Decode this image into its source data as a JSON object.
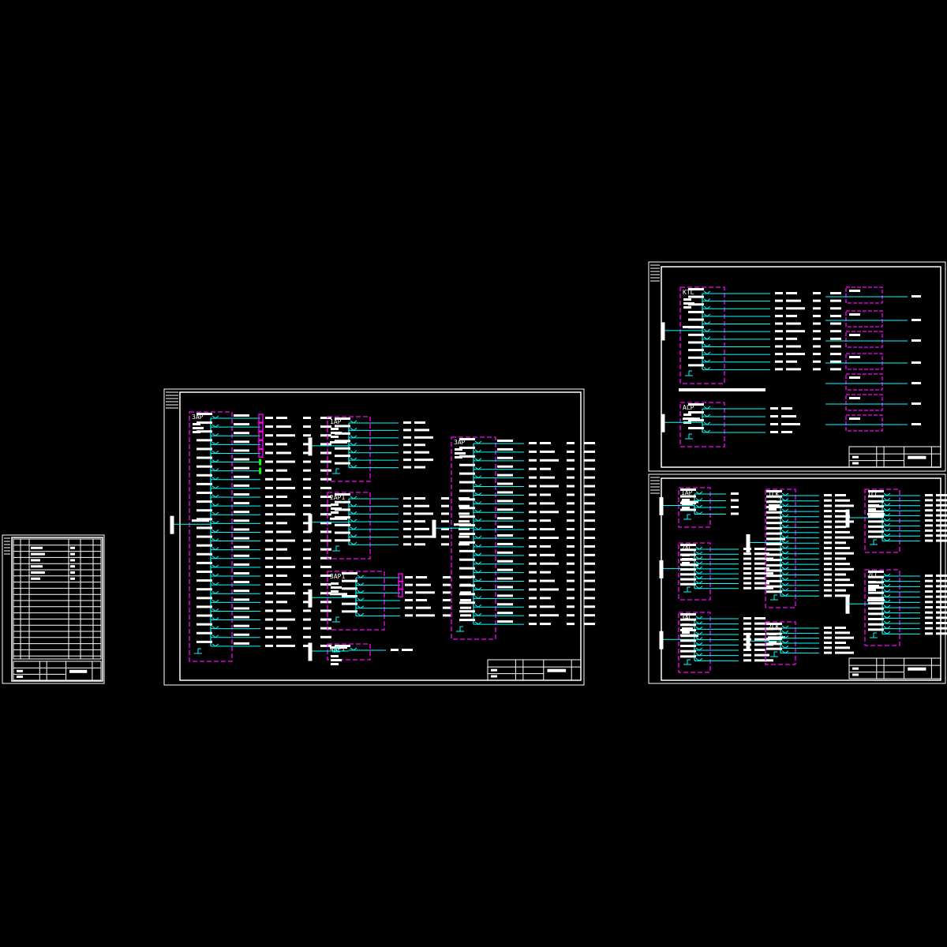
{
  "viewer": {
    "background": "#000000"
  },
  "colors": {
    "frame": "#ffffff",
    "panel_border": "#ff00ff",
    "wire": "#00ffff",
    "marker": "#00ff00",
    "text": "#ffffff"
  },
  "sheets": [
    {
      "id": "index",
      "panels": []
    },
    {
      "id": "main-distribution",
      "panels": [
        {
          "label": "3AP"
        },
        {
          "label": "1AP"
        },
        {
          "label": "2AP1"
        },
        {
          "label": "3AP1"
        },
        {
          "label": "4AP1"
        },
        {
          "label": "3AP"
        }
      ]
    },
    {
      "id": "control-panels",
      "panels": [
        {
          "label": "KTL"
        },
        {
          "label": "ALP"
        }
      ]
    },
    {
      "id": "lighting-panels",
      "panels": [
        {
          "label": "1AP"
        },
        {
          "label": "2AC"
        },
        {
          "label": "3AC"
        },
        {
          "label": "1CK"
        },
        {
          "label": "2CK"
        },
        {
          "label": "1CC"
        },
        {
          "label": "2CC"
        }
      ]
    }
  ]
}
